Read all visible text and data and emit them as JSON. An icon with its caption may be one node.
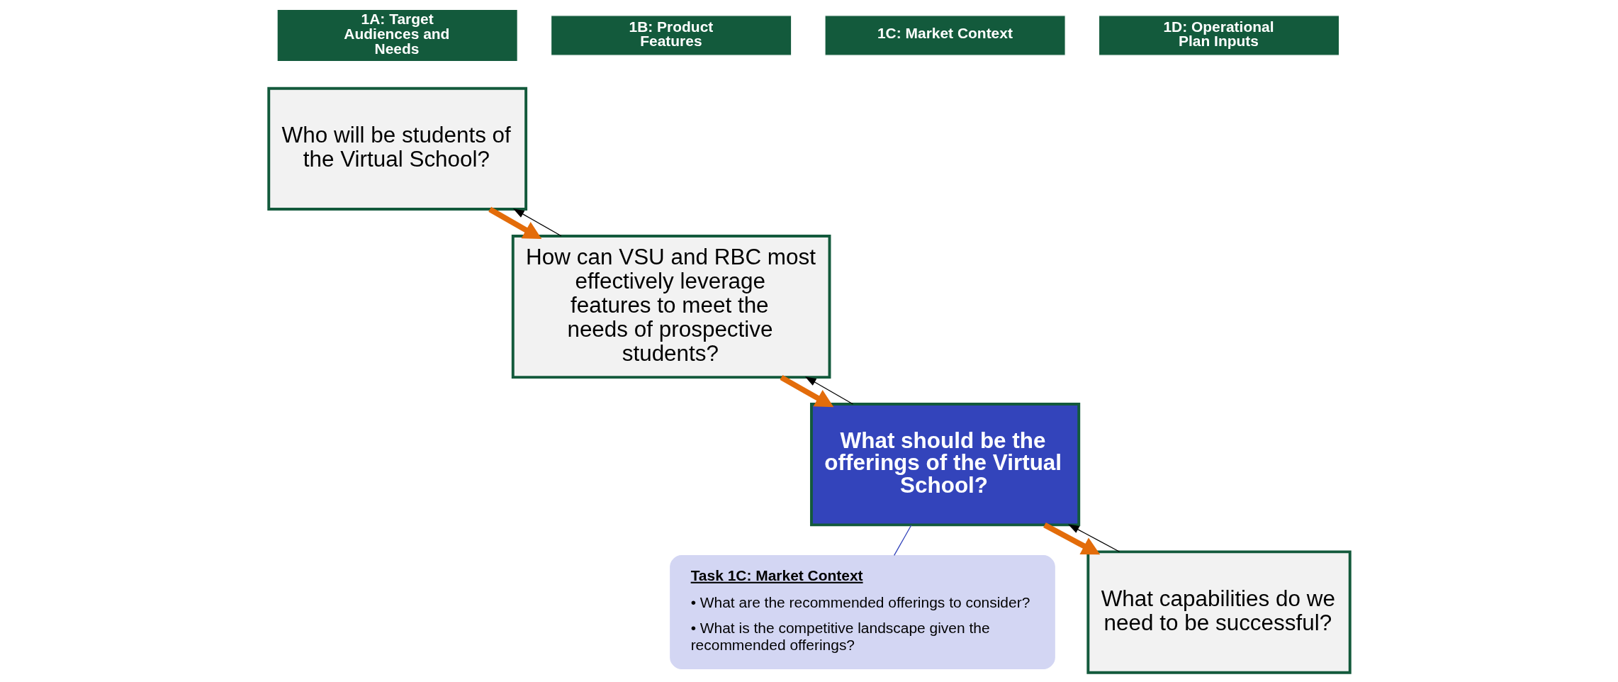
{
  "diagram": {
    "nodes": [
      {
        "text": [
          "1A: Target Audiences and Needs"
        ]
      },
      {
        "text": [
          "1B: Product Features"
        ]
      },
      {
        "text": [
          "1C: Market Context"
        ]
      },
      {
        "text": [
          "1D: Operational Plan Inputs"
        ]
      },
      {
        "text": [
          "Who will be students of the Virtual School?"
        ]
      },
      {
        "text": [
          "How can VSU and RBC most effectively leverage features to meet the needs of prospective students?"
        ]
      },
      {
        "text": [
          "What should be the offerings of the Virtual School?"
        ]
      },
      {
        "text": [
          "What capabilities do we need to be successful?"
        ]
      },
      {
        "text": [
          "Task 1C: Market Context",
          "• What are the recommended offerings to consider?",
          "• What is the competitive landscape given the recommended offerings?"
        ]
      }
    ],
    "edges": [
      {
        "from": 4,
        "to": 5,
        "arrow": "to",
        "style": "thick",
        "color": "#e36c0a"
      },
      {
        "from": 5,
        "to": 4,
        "arrow": "to",
        "color": "#000000"
      },
      {
        "from": 5,
        "to": 6,
        "arrow": "to",
        "style": "thick",
        "color": "#e36c0a"
      },
      {
        "from": 6,
        "to": 5,
        "arrow": "to",
        "color": "#000000"
      },
      {
        "from": 6,
        "to": 7,
        "arrow": "to",
        "style": "thick",
        "color": "#e36c0a"
      },
      {
        "from": 7,
        "to": 6,
        "arrow": "to",
        "color": "#000000"
      },
      {
        "from": 6,
        "to": 8,
        "arrow": "none",
        "color": "#3344bb"
      }
    ]
  }
}
